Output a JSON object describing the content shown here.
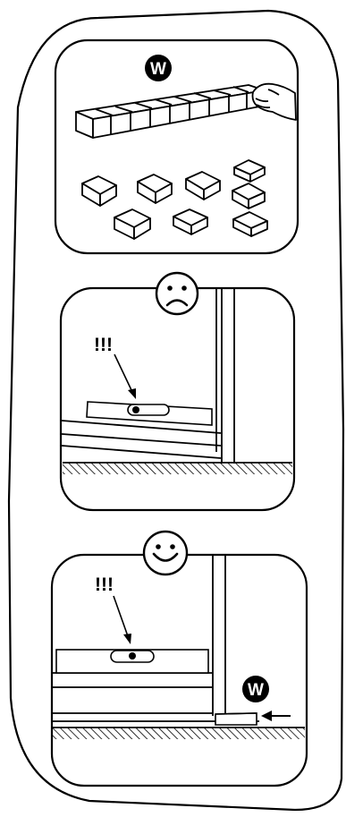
{
  "panels": {
    "top": {
      "badge": "W"
    },
    "middle": {
      "face": "sad",
      "warning": "!!!"
    },
    "bottom": {
      "face": "happy",
      "warning": "!!!",
      "badge": "W"
    }
  },
  "colors": {
    "ink": "#000000",
    "paper": "#ffffff",
    "panel_fill": "#ffffff"
  }
}
